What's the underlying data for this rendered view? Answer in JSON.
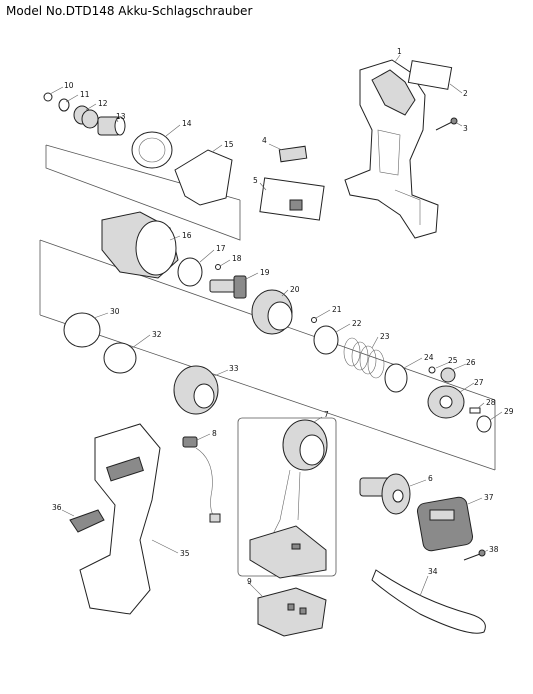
{
  "title": "Model No.DTD148 Akku-Schlagschrauber",
  "callouts": [
    {
      "n": "1"
    },
    {
      "n": "2"
    },
    {
      "n": "3"
    },
    {
      "n": "4"
    },
    {
      "n": "5"
    },
    {
      "n": "6"
    },
    {
      "n": "7"
    },
    {
      "n": "8"
    },
    {
      "n": "9"
    },
    {
      "n": "10"
    },
    {
      "n": "11"
    },
    {
      "n": "12"
    },
    {
      "n": "13"
    },
    {
      "n": "14"
    },
    {
      "n": "15"
    },
    {
      "n": "16"
    },
    {
      "n": "17"
    },
    {
      "n": "18"
    },
    {
      "n": "19"
    },
    {
      "n": "20"
    },
    {
      "n": "21"
    },
    {
      "n": "22"
    },
    {
      "n": "23"
    },
    {
      "n": "24"
    },
    {
      "n": "25"
    },
    {
      "n": "26"
    },
    {
      "n": "27"
    },
    {
      "n": "28"
    },
    {
      "n": "29"
    },
    {
      "n": "30"
    },
    {
      "n": "32"
    },
    {
      "n": "33"
    },
    {
      "n": "34"
    },
    {
      "n": "35"
    },
    {
      "n": "36"
    },
    {
      "n": "37"
    },
    {
      "n": "38"
    }
  ]
}
